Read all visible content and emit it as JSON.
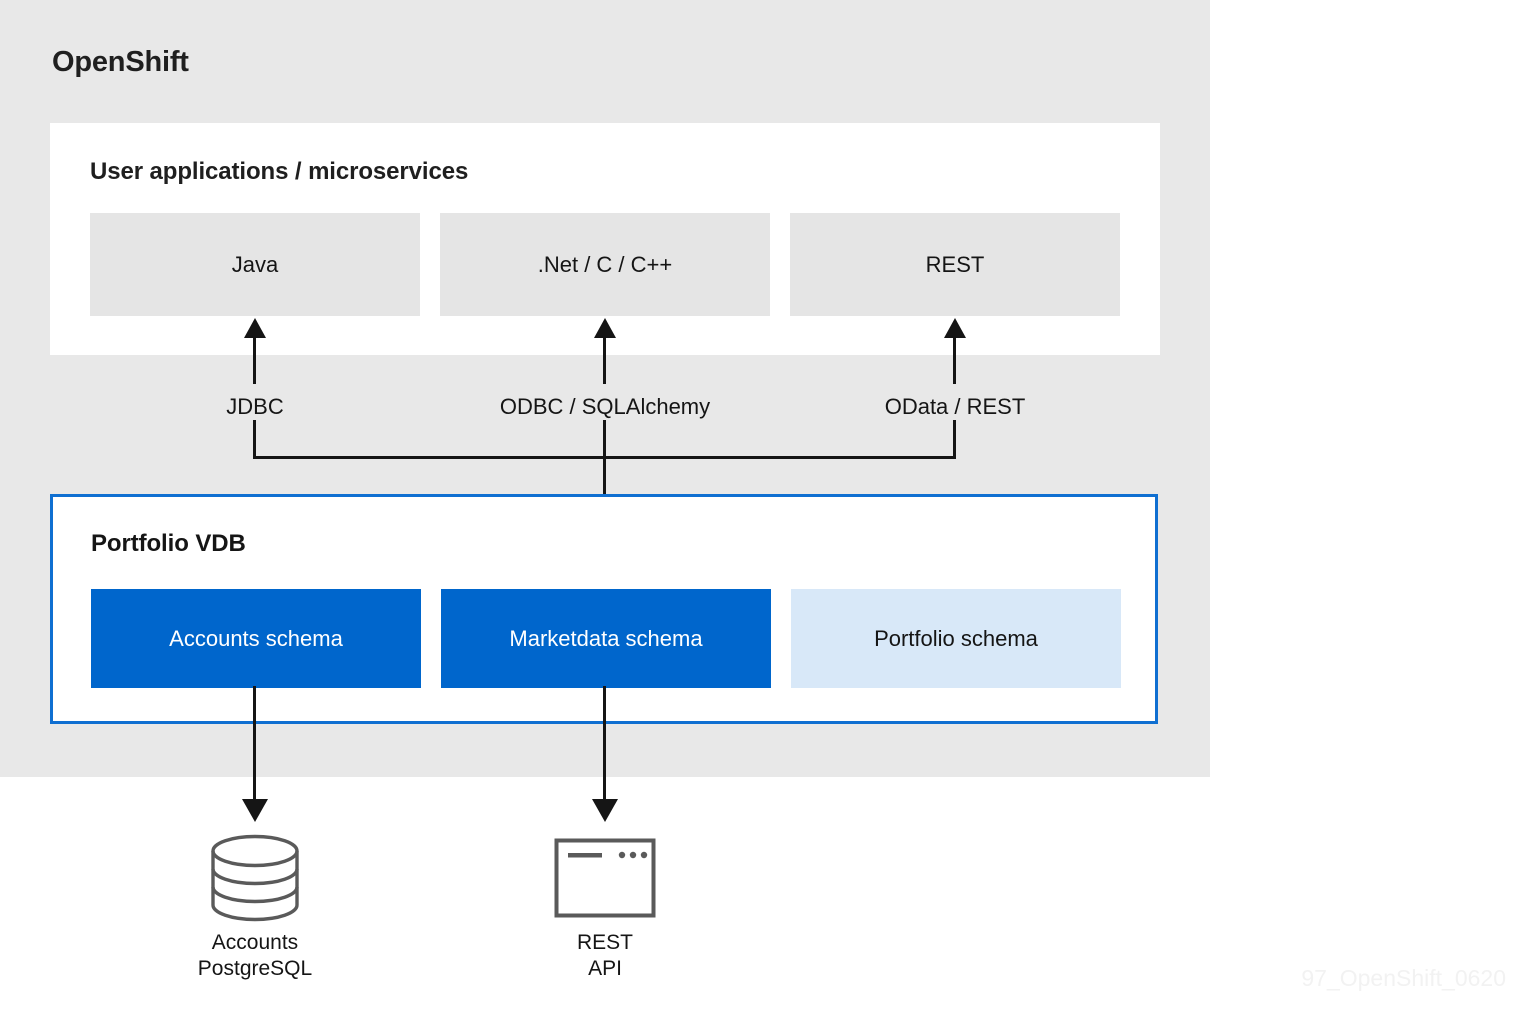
{
  "platform": {
    "title": "OpenShift",
    "background_color": "#e8e8e8"
  },
  "apps_panel": {
    "title": "User applications / microservices",
    "boxes": [
      {
        "label": "Java"
      },
      {
        "label": ".Net / C / C++"
      },
      {
        "label": "REST"
      }
    ]
  },
  "connectors": [
    {
      "label": "JDBC"
    },
    {
      "label": "ODBC / SQLAlchemy"
    },
    {
      "label": "OData / REST"
    }
  ],
  "vdb_panel": {
    "title": "Portfolio VDB",
    "border_color": "#0f6fd1",
    "schemas": [
      {
        "label": "Accounts schema",
        "color": "#0066cc",
        "text_color": "#ffffff"
      },
      {
        "label": "Marketdata schema",
        "color": "#0066cc",
        "text_color": "#ffffff"
      },
      {
        "label": "Portfolio schema",
        "color": "#d8e8f8",
        "text_color": "#151515"
      }
    ]
  },
  "sources": [
    {
      "icon": "database-icon",
      "label": "Accounts\nPostgreSQL"
    },
    {
      "icon": "rest-api-window-icon",
      "label": "REST\nAPI"
    }
  ],
  "watermark": "97_OpenShift_0620"
}
